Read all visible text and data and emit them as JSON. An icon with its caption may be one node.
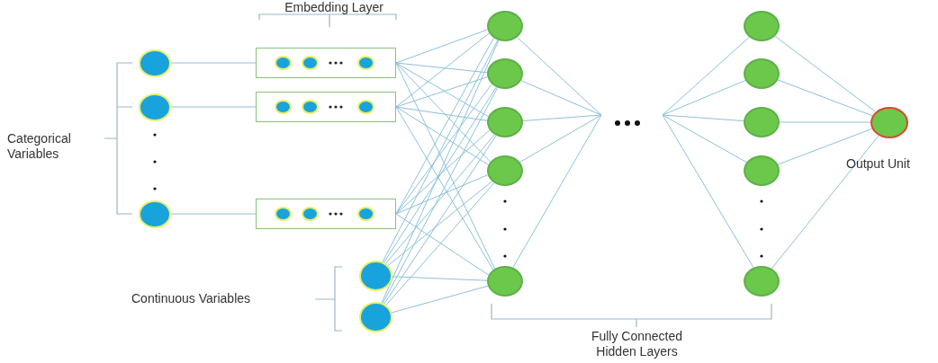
{
  "diagram": {
    "nodes": [
      {
        "text": [],
        "shape": "circle"
      },
      {
        "text": [],
        "shape": "box"
      },
      {
        "text": [],
        "shape": "circle",
        "in": 1
      },
      {
        "text": [],
        "shape": "circle",
        "in": 1
      },
      {
        "text": [],
        "shape": "circle",
        "in": 1
      },
      {
        "text": [],
        "shape": "circle"
      },
      {
        "text": [],
        "shape": "box"
      },
      {
        "text": [],
        "shape": "circle",
        "in": 6
      },
      {
        "text": [],
        "shape": "circle",
        "in": 6
      },
      {
        "text": [],
        "shape": "circle",
        "in": 6
      },
      {
        "text": [],
        "shape": "circle"
      },
      {
        "text": [],
        "shape": "box"
      },
      {
        "text": [],
        "shape": "circle",
        "in": 11
      },
      {
        "text": [],
        "shape": "circle",
        "in": 11
      },
      {
        "text": [],
        "shape": "circle",
        "in": 11
      },
      {
        "text": [],
        "shape": "circle"
      },
      {
        "text": [],
        "shape": "circle"
      },
      {
        "text": [],
        "shape": "circle"
      },
      {
        "text": [],
        "shape": "circle"
      },
      {
        "text": [],
        "shape": "circle"
      },
      {
        "text": [],
        "shape": "circle"
      },
      {
        "text": [],
        "shape": "circle"
      },
      {
        "text": [],
        "shape": "circle"
      },
      {
        "text": [],
        "shape": "circle"
      },
      {
        "text": [],
        "shape": "circle"
      },
      {
        "text": [],
        "shape": "circle"
      },
      {
        "text": [],
        "shape": "circle"
      },
      {
        "text": [],
        "shape": "circle",
        "beside": [
          "Output Unit"
        ]
      }
    ],
    "edges": [
      {
        "from": 0,
        "to": 1,
        "arrow": "none"
      },
      {
        "from": 5,
        "to": 6,
        "arrow": "none"
      },
      {
        "from": 10,
        "to": 11,
        "arrow": "none"
      },
      {
        "from": 1,
        "to": 17,
        "arrow": "none"
      },
      {
        "from": 1,
        "to": 18,
        "arrow": "none"
      },
      {
        "from": 1,
        "to": 19,
        "arrow": "none"
      },
      {
        "from": 1,
        "to": 20,
        "arrow": "none"
      },
      {
        "from": 1,
        "to": 21,
        "arrow": "none"
      },
      {
        "from": 6,
        "to": 17,
        "arrow": "none"
      },
      {
        "from": 6,
        "to": 18,
        "arrow": "none"
      },
      {
        "from": 6,
        "to": 19,
        "arrow": "none"
      },
      {
        "from": 6,
        "to": 20,
        "arrow": "none"
      },
      {
        "from": 6,
        "to": 21,
        "arrow": "none"
      },
      {
        "from": 11,
        "to": 17,
        "arrow": "none"
      },
      {
        "from": 11,
        "to": 18,
        "arrow": "none"
      },
      {
        "from": 11,
        "to": 19,
        "arrow": "none"
      },
      {
        "from": 11,
        "to": 20,
        "arrow": "none"
      },
      {
        "from": 11,
        "to": 21,
        "arrow": "none"
      },
      {
        "from": 15,
        "to": 17,
        "arrow": "none"
      },
      {
        "from": 15,
        "to": 18,
        "arrow": "none"
      },
      {
        "from": 15,
        "to": 19,
        "arrow": "none"
      },
      {
        "from": 15,
        "to": 20,
        "arrow": "none"
      },
      {
        "from": 15,
        "to": 21,
        "arrow": "none"
      },
      {
        "from": 16,
        "to": 17,
        "arrow": "none"
      },
      {
        "from": 16,
        "to": 18,
        "arrow": "none"
      },
      {
        "from": 16,
        "to": 19,
        "arrow": "none"
      },
      {
        "from": 16,
        "to": 20,
        "arrow": "none"
      },
      {
        "from": 16,
        "to": 21,
        "arrow": "none"
      },
      {
        "from": 17,
        "to": null,
        "arrow": "none"
      },
      {
        "from": 18,
        "to": null,
        "arrow": "none"
      },
      {
        "from": 19,
        "to": null,
        "arrow": "none"
      },
      {
        "from": 20,
        "to": null,
        "arrow": "none"
      },
      {
        "from": 21,
        "to": null,
        "arrow": "none"
      },
      {
        "from": null,
        "to": 22,
        "arrow": "none"
      },
      {
        "from": null,
        "to": 23,
        "arrow": "none"
      },
      {
        "from": null,
        "to": 24,
        "arrow": "none"
      },
      {
        "from": null,
        "to": 25,
        "arrow": "none"
      },
      {
        "from": null,
        "to": 26,
        "arrow": "none"
      },
      {
        "from": 22,
        "to": 27,
        "arrow": "none"
      },
      {
        "from": 23,
        "to": 27,
        "arrow": "none"
      },
      {
        "from": 24,
        "to": 27,
        "arrow": "none"
      },
      {
        "from": 25,
        "to": 27,
        "arrow": "none"
      },
      {
        "from": 26,
        "to": 27,
        "arrow": "none"
      }
    ],
    "labels": [
      "Embedding Layer",
      "Categorical Variables",
      "Continuous Variables",
      "Fully Connected Hidden Layers"
    ]
  }
}
